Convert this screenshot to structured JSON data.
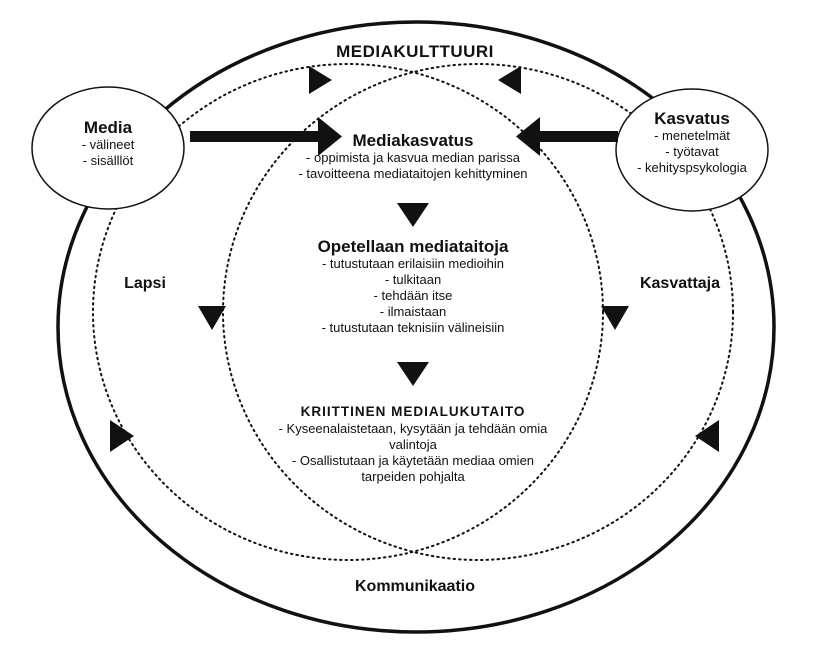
{
  "outer": {
    "top_label": "MEDIAKULTTUURI",
    "bottom_label": "Kommunikaatio",
    "left_label": "Lapsi",
    "right_label": "Kasvattaja"
  },
  "media": {
    "title": "Media",
    "items": [
      "- välineet",
      "- sisälllöt"
    ]
  },
  "kasvatus": {
    "title": "Kasvatus",
    "items": [
      "- menetelmät",
      "- työtavat",
      "- kehityspsykologia"
    ]
  },
  "mediakasvatus": {
    "title": "Mediakasvatus",
    "items": [
      "- oppimista ja kasvua median parissa",
      "- tavoitteena mediataitojen kehittyminen"
    ]
  },
  "opetellaan": {
    "title": "Opetellaan mediataitoja",
    "items": [
      "- tutustutaan erilaisiin medioihin",
      "- tulkitaan",
      "- tehdään itse",
      "- ilmaistaan",
      "- tutustutaan teknisiin välineisiin"
    ]
  },
  "kriittinen": {
    "title": "KRIITTINEN MEDIALUKUTAITO",
    "items": [
      "- Kyseenalaistetaan, kysytään ja tehdään omia",
      "valintoja",
      "- Osallistutaan ja käytetään mediaa omien",
      "tarpeiden pohjalta"
    ]
  }
}
